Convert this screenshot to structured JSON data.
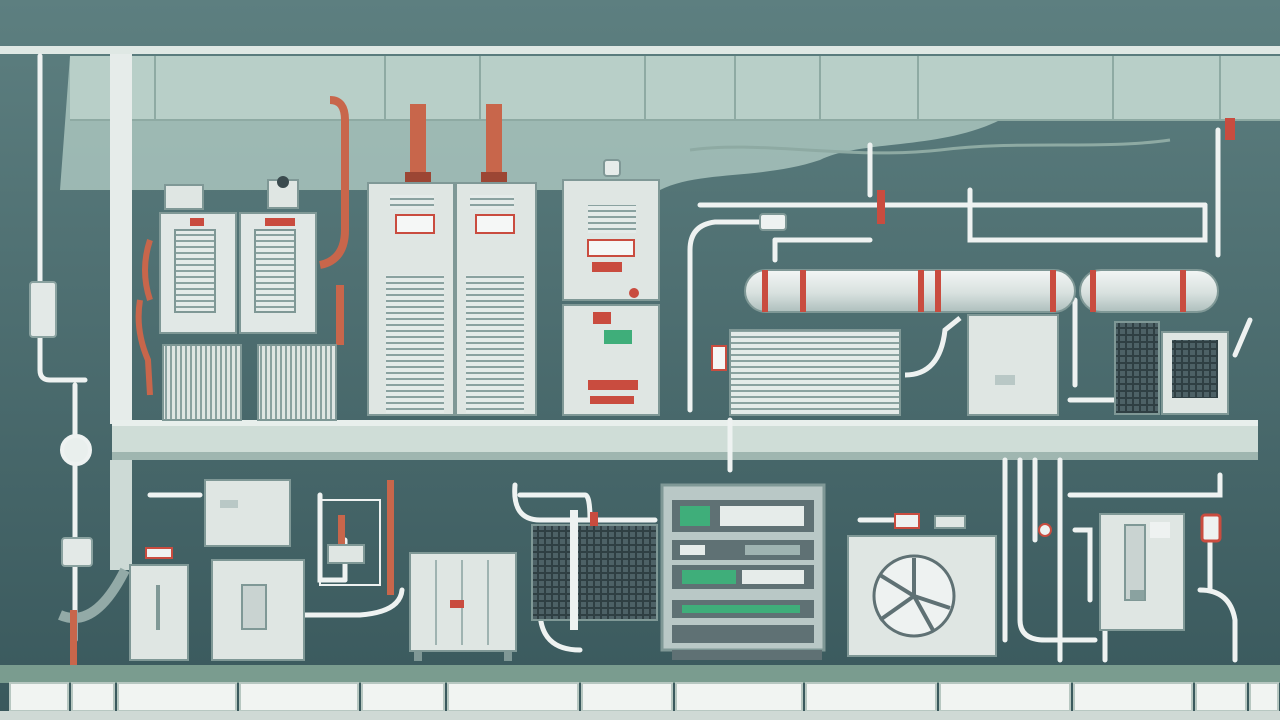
{
  "scene": {
    "kind": "flat illustration of an industrial mechanical / utility room",
    "palette": {
      "wall_top": "#5d7f80",
      "wall_bottom": "#39585c",
      "upper_panel": "#a9c4bd",
      "machine": "#dfe6e3",
      "machine_shade": "#b9c8c6",
      "machine_line": "#7f9896",
      "pipe_white": "#eef2f1",
      "pipe_copper": "#c8664b",
      "accent_red": "#c94c3f",
      "accent_green": "#3fae7a",
      "shelf": "#cfddd7",
      "floor_tile": "#f1f4f2",
      "floor_base": "#7a9c8f"
    },
    "icons": [
      "boiler-unit",
      "water-heater",
      "control-cabinet",
      "pressure-tank",
      "condensing-fan-unit",
      "electrical-panel",
      "control-console",
      "pipe-network"
    ]
  }
}
